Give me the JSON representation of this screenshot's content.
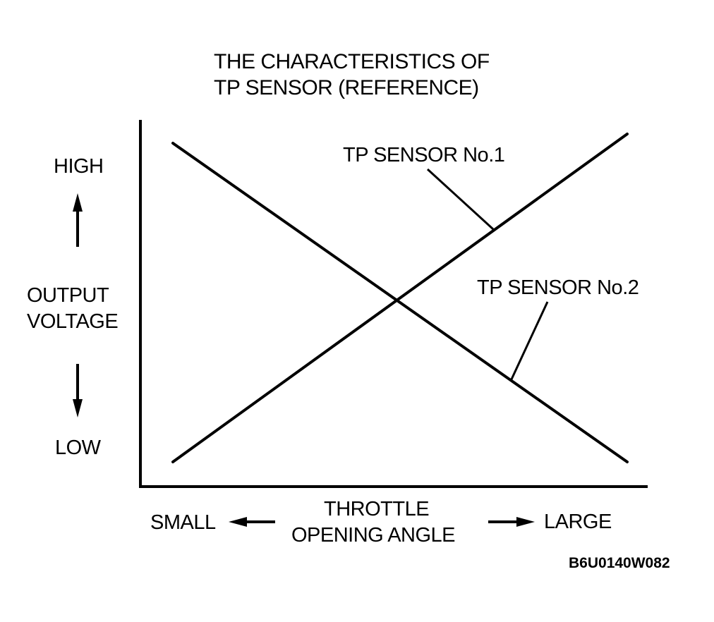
{
  "chart_data": {
    "type": "line",
    "title_lines": [
      "THE CHARACTERISTICS OF",
      "TP SENSOR (REFERENCE)"
    ],
    "ylabel_lines": [
      "OUTPUT",
      "VOLTAGE"
    ],
    "y_high_label": "HIGH",
    "y_low_label": "LOW",
    "xlabel_lines": [
      "THROTTLE",
      "OPENING ANGLE"
    ],
    "x_small_label": "SMALL",
    "x_large_label": "LARGE",
    "xlim": [
      0,
      1
    ],
    "ylim": [
      0,
      1
    ],
    "grid": false,
    "series": [
      {
        "name": "TP SENSOR No.1",
        "x": [
          0,
          1
        ],
        "y": [
          0,
          1
        ]
      },
      {
        "name": "TP SENSOR No.2",
        "x": [
          0,
          1
        ],
        "y": [
          1,
          0
        ]
      }
    ],
    "colors": {
      "line": "#000000",
      "background": "#ffffff"
    }
  },
  "figure_code": "B6U0140W082"
}
